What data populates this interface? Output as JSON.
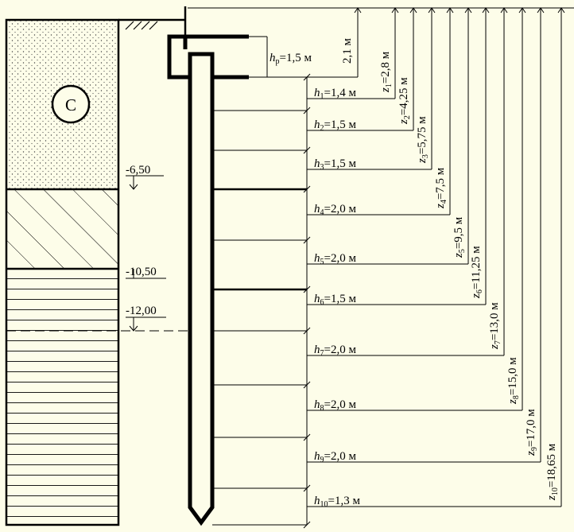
{
  "soil_column": {
    "layers": [
      {
        "name": "sand",
        "pattern": "dots",
        "symbol": "С"
      },
      {
        "name": "loam",
        "pattern": "hatch"
      },
      {
        "name": "clay",
        "pattern": "horizontal"
      }
    ],
    "elevations": [
      "-6,50",
      "-10,50",
      "-12,00"
    ]
  },
  "pile": {
    "grillage_label": {
      "h": "h",
      "sub": "р",
      "value": "=1,5 м"
    },
    "top_depth_label": "2,1 м"
  },
  "sublayers": [
    {
      "h": "h",
      "sub": "1",
      "value": "=1,4 м"
    },
    {
      "h": "h",
      "sub": "2",
      "value": "=1,5 м"
    },
    {
      "h": "h",
      "sub": "3",
      "value": "=1,5 м"
    },
    {
      "h": "h",
      "sub": "4",
      "value": "=2,0 м"
    },
    {
      "h": "h",
      "sub": "5",
      "value": "=2,0 м"
    },
    {
      "h": "h",
      "sub": "6",
      "value": "=1,5 м"
    },
    {
      "h": "h",
      "sub": "7",
      "value": "=2,0 м"
    },
    {
      "h": "h",
      "sub": "8",
      "value": "=2,0 м"
    },
    {
      "h": "h",
      "sub": "9",
      "value": "=2,0 м"
    },
    {
      "h": "h",
      "sub": "10",
      "value": "=1,3 м"
    }
  ],
  "depths": [
    {
      "z": "z",
      "sub": "1",
      "value": "=2,8 м"
    },
    {
      "z": "z",
      "sub": "2",
      "value": "=4,25 м"
    },
    {
      "z": "z",
      "sub": "3",
      "value": "=5,75 м"
    },
    {
      "z": "z",
      "sub": "4",
      "value": "=7,5 м"
    },
    {
      "z": "z",
      "sub": "5",
      "value": "=9,5 м"
    },
    {
      "z": "z",
      "sub": "6",
      "value": "=11,25 м"
    },
    {
      "z": "z",
      "sub": "7",
      "value": "=13,0 м"
    },
    {
      "z": "z",
      "sub": "8",
      "value": "=15,0 м"
    },
    {
      "z": "z",
      "sub": "9",
      "value": "=17,0 м"
    },
    {
      "z": "z",
      "sub": "10",
      "value": "=18,65 м"
    }
  ]
}
